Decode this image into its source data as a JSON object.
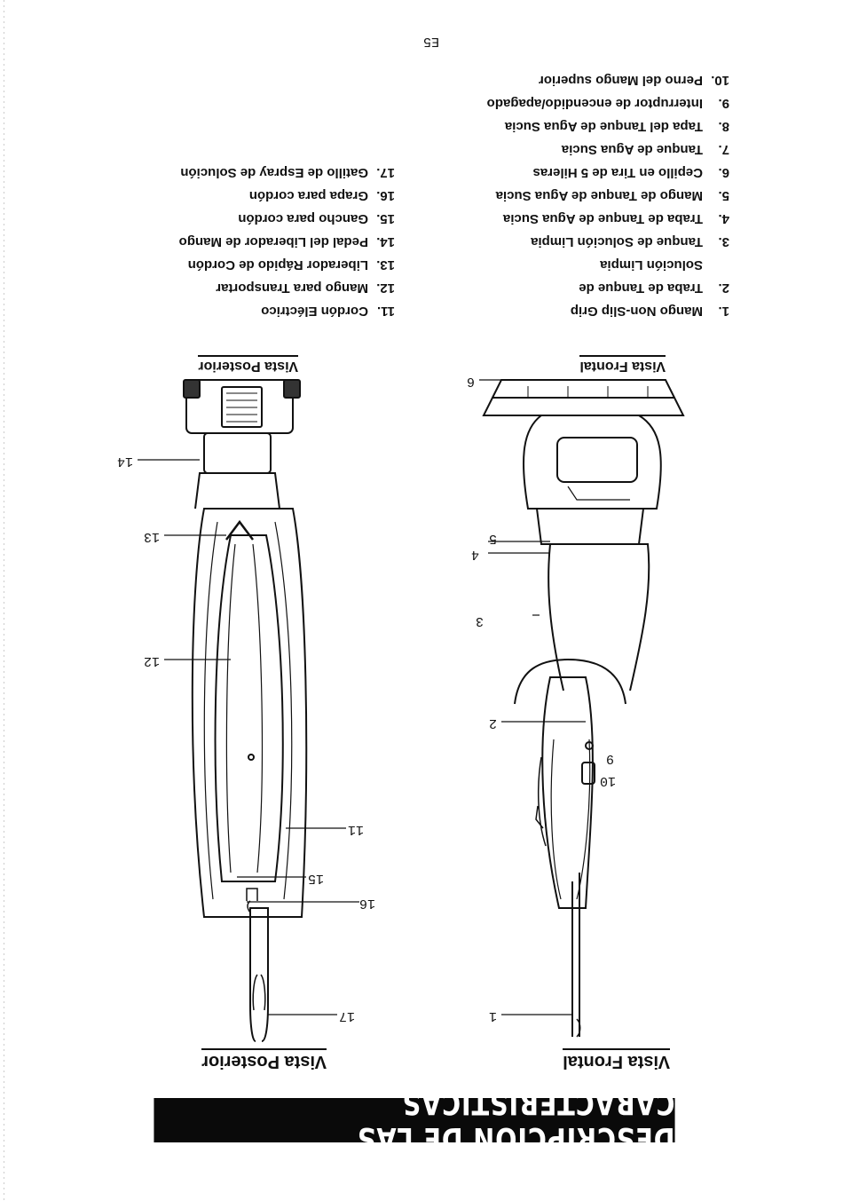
{
  "page": {
    "section_title": "DESCRIPCION DE LAS CARACTERISTICAS",
    "page_number": "E5"
  },
  "front_view": {
    "caption_main": "Vista Frontal",
    "caption_detail": "Vista Frontal",
    "callouts": [
      "1",
      "2",
      "3",
      "4",
      "5",
      "6",
      "9",
      "10"
    ]
  },
  "rear_view": {
    "caption_main": "Vista Posterior",
    "caption_detail": "Vista Posterior",
    "callouts": [
      "11",
      "12",
      "13",
      "14",
      "15",
      "16",
      "17"
    ]
  },
  "features_left": [
    {
      "num": "1.",
      "text": "Mango Non-Slip Grip"
    },
    {
      "num": "2.",
      "text": "Traba de Tanque de Solución Limpia"
    },
    {
      "num": "3.",
      "text": "Tanque de Solución Limpia"
    },
    {
      "num": "4.",
      "text": "Traba de Tanque de Agua Sucia"
    },
    {
      "num": "5.",
      "text": "Mango de Tanque de Agua Sucia"
    },
    {
      "num": "6.",
      "text": "Cepillo en Tira de 5 Hileras"
    },
    {
      "num": "7.",
      "text": "Tanque de Agua Sucia"
    },
    {
      "num": "8.",
      "text": "Tapa del Tanque de Agua Sucia"
    },
    {
      "num": "9.",
      "text": "Interruptor de encendido/apagado"
    },
    {
      "num": "10.",
      "text": "Perno del Mango superior"
    }
  ],
  "features_right": [
    {
      "num": "11.",
      "text": "Cordón Eléctrico"
    },
    {
      "num": "12.",
      "text": "Mango para Transportar"
    },
    {
      "num": "13.",
      "text": "Liberador Rápido de Cordón"
    },
    {
      "num": "14.",
      "text": "Pedal del Liberador de Mango"
    },
    {
      "num": "15.",
      "text": "Gancho para cordón"
    },
    {
      "num": "16.",
      "text": "Grapa para cordón"
    },
    {
      "num": "17.",
      "text": "Gatillo de Espray de Solución"
    }
  ]
}
